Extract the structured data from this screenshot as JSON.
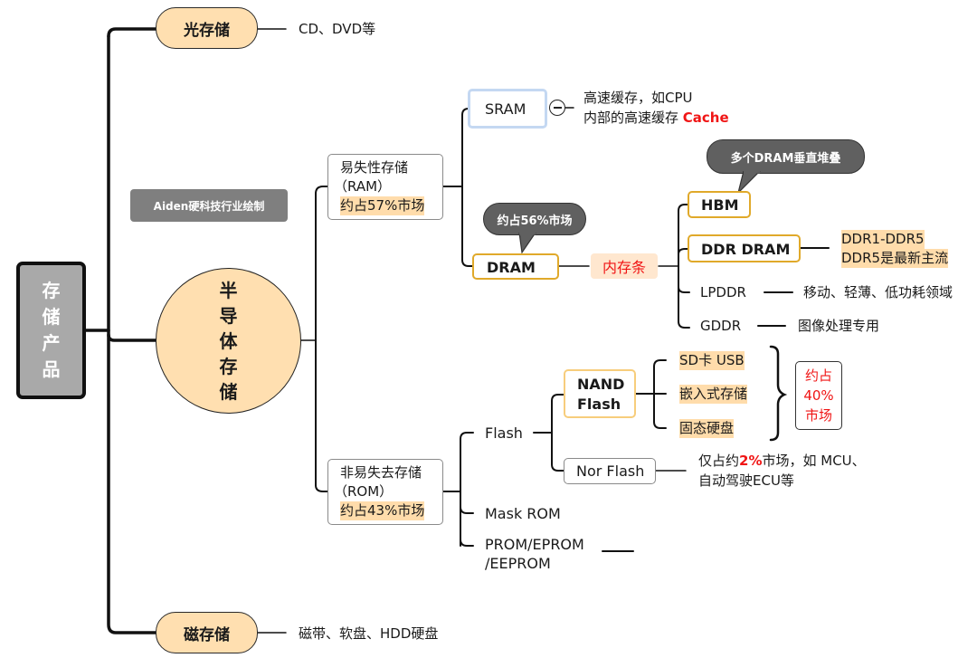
{
  "root": {
    "label": [
      "存",
      "储",
      "产",
      "品"
    ]
  },
  "watermark": "Aiden硬科技行业绘制",
  "optical": {
    "label": "光存储",
    "detail": "CD、DVD等"
  },
  "magnetic": {
    "label": "磁存储",
    "detail": "磁带、软盘、HDD硬盘"
  },
  "semiconductor": {
    "label": [
      "半",
      "导",
      "体",
      "存",
      "储"
    ]
  },
  "ram": {
    "title": "易失性存储",
    "abbr": "（RAM）",
    "share": "约占57%市场",
    "sram": {
      "label": "SRAM",
      "note_line1": "高速缓存，如CPU",
      "note_line2_prefix": "内部的高速缓存 ",
      "note_line2_highlight": "Cache"
    },
    "dram": {
      "label": "DRAM",
      "callout": "约占56%市场",
      "category": "内存条",
      "children": {
        "hbm": {
          "label": "HBM",
          "callout": "多个DRAM垂直堆叠"
        },
        "ddr": {
          "label": "DDR DRAM",
          "note_line1": "DDR1-DDR5",
          "note_line2": "DDR5是最新主流"
        },
        "lpddr": {
          "label": "LPDDR",
          "note": "移动、轻薄、低功耗领域"
        },
        "gddr": {
          "label": "GDDR",
          "note": "图像处理专用"
        }
      }
    }
  },
  "rom": {
    "title": "非易失去存储",
    "abbr": "（ROM）",
    "share": "约占43%市场",
    "flash": {
      "label": "Flash",
      "nand": {
        "label_line1": "NAND",
        "label_line2": "Flash",
        "uses": [
          "SD卡 USB",
          "嵌入式存储",
          "固态硬盘"
        ],
        "share": [
          "约占",
          "40%",
          "市场"
        ]
      },
      "nor": {
        "label": "Nor Flash",
        "note_prefix": "仅占约",
        "note_highlight": "2%",
        "note_suffix": "市场，如 MCU、",
        "note_line2": "自动驾驶ECU等"
      }
    },
    "mask_rom": {
      "label": "Mask ROM"
    },
    "prom": {
      "label_line1": "PROM/EPROM",
      "label_line2": "/EEPROM"
    }
  }
}
